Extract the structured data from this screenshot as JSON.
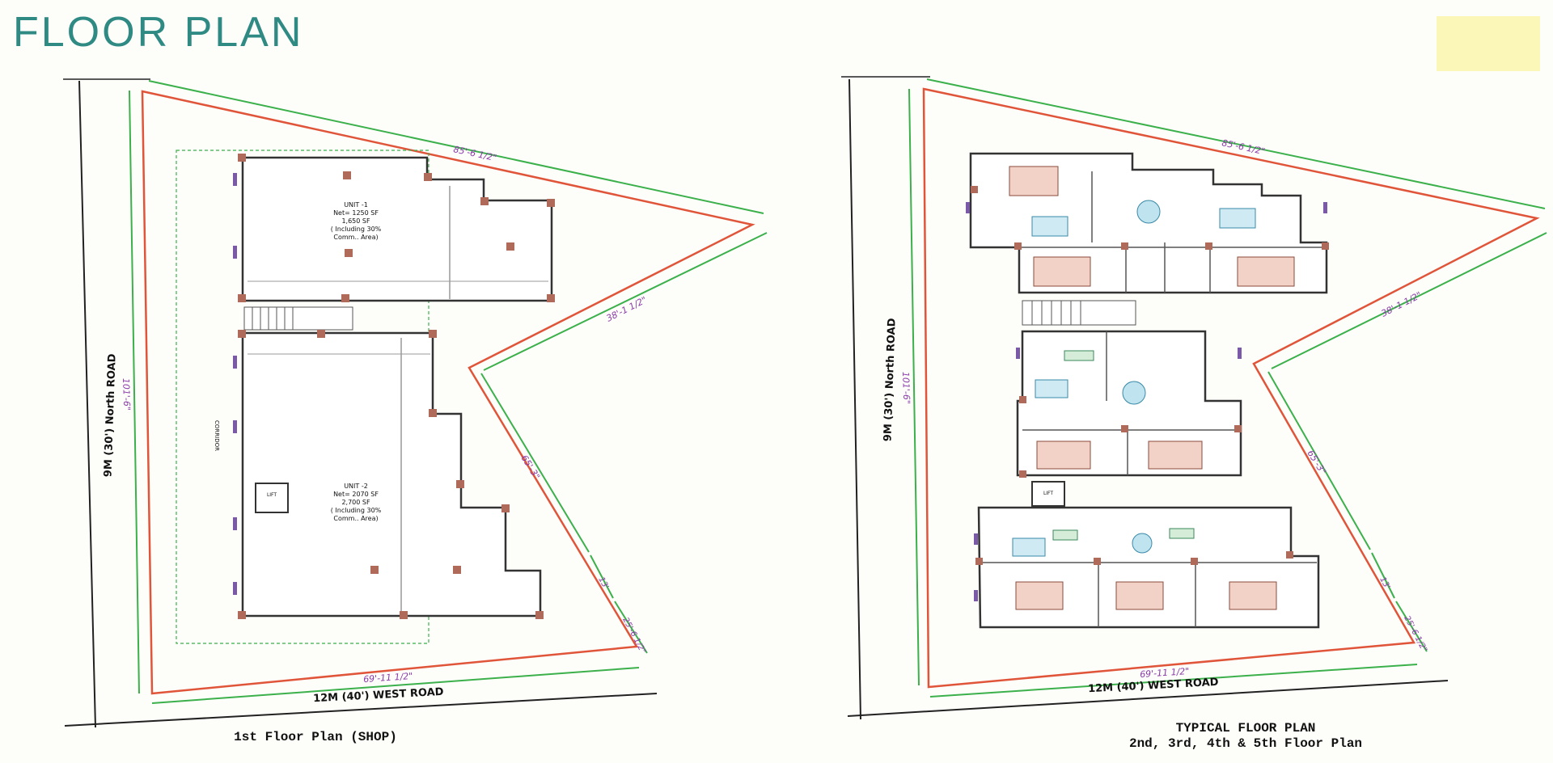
{
  "title": "FLOOR PLAN",
  "colors": {
    "title": "#2f8a84",
    "boundary": "#e0553a",
    "dimension": "#3bb04b",
    "wall": "#333333",
    "column": "#b06a5a",
    "note": "#fbf7b8"
  },
  "left_plan": {
    "caption": "1st Floor Plan (SHOP)",
    "road_west": "12M (40') WEST ROAD",
    "road_north": "9M (30') North ROAD",
    "dims": {
      "top": "85'-6 1/2\"",
      "east": "38'-1 1/2\"",
      "diag": "65'-3\"",
      "short1": "13'",
      "short2": "25'-6 1/2\"",
      "bottom": "69'-11 1/2\"",
      "left": "101'-6\""
    },
    "unit1": {
      "name": "UNIT -1",
      "carpet": "Net= 1250 SF",
      "super": "1,650 SF",
      "incl": "( Including 30%",
      "area": "Comm.. Area)"
    },
    "unit2": {
      "name": "UNIT -2",
      "carpet": "Net= 2070 SF",
      "super": "2,700 SF",
      "incl": "( Including 30%",
      "area": "Comm.. Area)"
    },
    "lift": "LIFT",
    "corridor": "CORRIDOR"
  },
  "right_plan": {
    "caption_line1": "TYPICAL FLOOR PLAN",
    "caption_line2": "2nd, 3rd, 4th & 5th Floor Plan",
    "road_west": "12M (40') WEST ROAD",
    "road_north": "9M (30') North ROAD",
    "dims": {
      "top": "85'-6 1/2\"",
      "east": "38'-1 1/2\"",
      "diag": "65'-3\"",
      "short1": "13'",
      "short2": "25'-6 1/2\"",
      "bottom": "69'-11 1/2\"",
      "left": "101'-6\""
    },
    "lift": "LIFT"
  }
}
